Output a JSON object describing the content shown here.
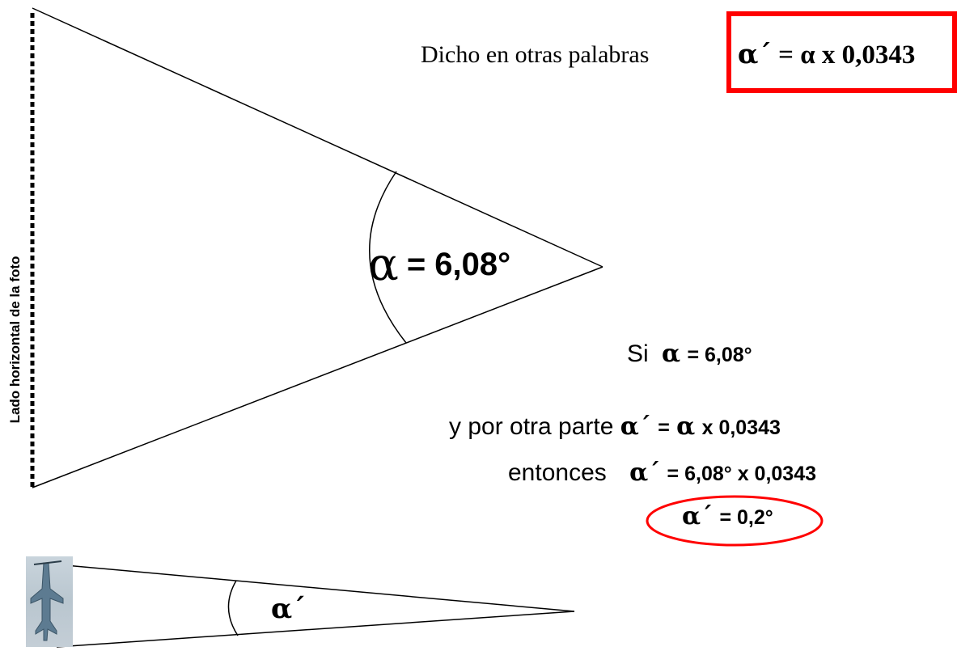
{
  "side_label": "Lado horizontal de la foto",
  "formula_box": {
    "intro": "Dicho en otras palabras",
    "formula_symbol": "α´",
    "formula_text": "= α  x  0,0343"
  },
  "big_triangle": {
    "alpha_symbol": "α",
    "alpha_value": "= 6,08°"
  },
  "small_triangle": {
    "alpha_prime_symbol": "α´"
  },
  "calc": {
    "line1_prefix": "Si",
    "line1_symbol": "α",
    "line1_value": "= 6,08°",
    "line2_prefix": "y por otra parte",
    "line2_symbol": "α´",
    "line2_mid": "=",
    "line2_symbol2": "α",
    "line2_value": "x 0,0343",
    "line3_prefix": "entonces",
    "line3_symbol": "α´",
    "line3_value": "= 6,08° x 0,0343",
    "result_symbol": "α´",
    "result_value": "= 0,2°"
  },
  "colors": {
    "highlight": "#ff0000",
    "line": "#000000"
  },
  "icons": [
    "airplane-photo-thumbnail"
  ]
}
